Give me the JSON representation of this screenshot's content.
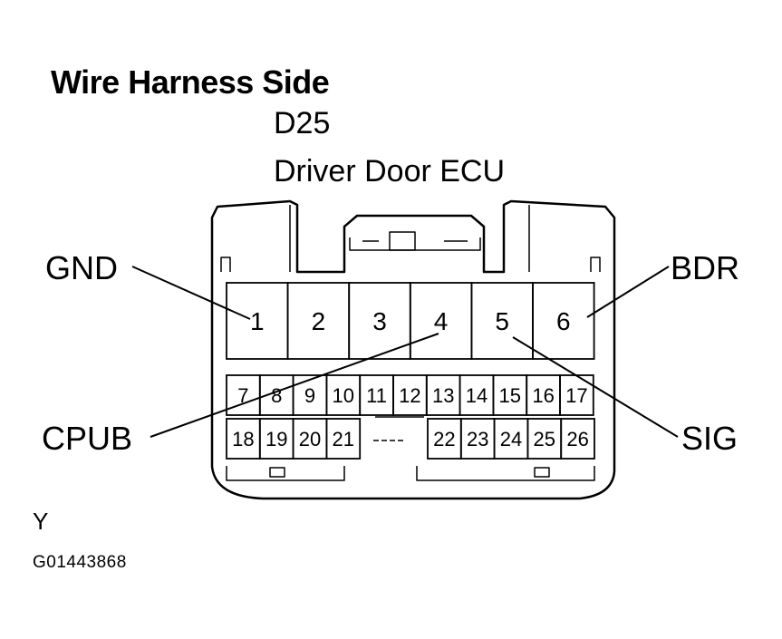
{
  "diagram": {
    "title": "Wire Harness Side",
    "connector_id": "D25",
    "connector_name": "Driver Door ECU",
    "callouts": {
      "gnd": "GND",
      "bdr": "BDR",
      "cpub": "CPUB",
      "sig": "SIG"
    },
    "large_pins": [
      "1",
      "2",
      "3",
      "4",
      "5",
      "6"
    ],
    "small_pins_row1": [
      "7",
      "8",
      "9",
      "10",
      "11",
      "12",
      "13",
      "14",
      "15",
      "16",
      "17"
    ],
    "small_pins_row2_left": [
      "18",
      "19",
      "20",
      "21"
    ],
    "small_pins_row2_right": [
      "22",
      "23",
      "24",
      "25",
      "26"
    ],
    "footer_letter": "Y",
    "figure_code": "G01443868"
  }
}
